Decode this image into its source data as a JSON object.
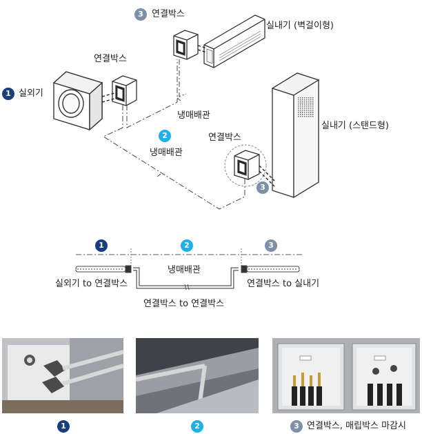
{
  "top_diagram": {
    "junction_box_top": "연결박스",
    "junction_box_left": "연결박스",
    "junction_box_right": "연결박스",
    "outdoor_unit": "실외기",
    "indoor_wall": "실내기 (벽걸이형)",
    "indoor_stand": "실내기 (스탠드형)",
    "pipe_label_1": "냉매배관",
    "pipe_label_2": "냉매배관",
    "badge_outdoor": "1",
    "badge_pipe": "2",
    "badge_box_top": "3",
    "badge_box_right": "3"
  },
  "pipe_diagram": {
    "badge_1": "1",
    "badge_2": "2",
    "badge_3": "3",
    "pipe_label": "냉매배관",
    "left_label": "실외기 to 연결박스",
    "middle_label": "연결박스 to 연결박스",
    "right_label": "연결박스 to 실내기"
  },
  "photos": {
    "badge_1": "1",
    "badge_2": "2",
    "badge_3": "3",
    "caption_3": "연결박스, 매립박스 마감시"
  },
  "colors": {
    "badge_1": "#1a3e7d",
    "badge_2": "#1fb0e6",
    "badge_3": "#7e8fa8"
  }
}
